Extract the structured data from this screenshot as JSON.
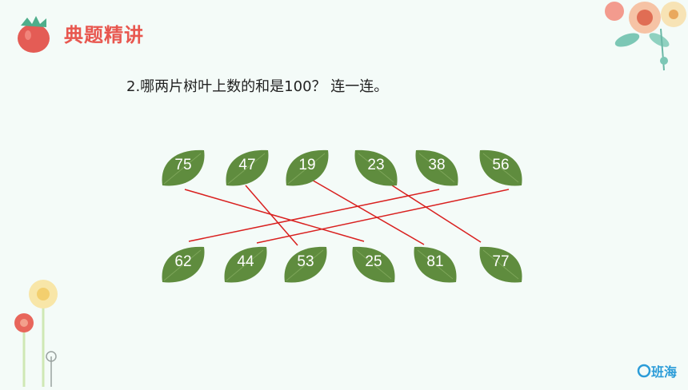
{
  "header": {
    "title": "典题精讲"
  },
  "question": {
    "text": "2.哪两片树叶上数的和是100？ 连一连。"
  },
  "leaves": {
    "top": [
      "75",
      "47",
      "19",
      "23",
      "38",
      "56"
    ],
    "bottom": [
      "62",
      "44",
      "53",
      "25",
      "81",
      "77"
    ]
  },
  "connections": [
    [
      "75",
      "25"
    ],
    [
      "47",
      "53"
    ],
    [
      "19",
      "81"
    ],
    [
      "23",
      "77"
    ],
    [
      "38",
      "62"
    ],
    [
      "56",
      "44"
    ]
  ],
  "colors": {
    "leaf": "#5f8c3e",
    "line": "#d9201f",
    "title": "#e8574f",
    "brand": "#2b9cd8"
  },
  "brand": {
    "text": "班海"
  }
}
